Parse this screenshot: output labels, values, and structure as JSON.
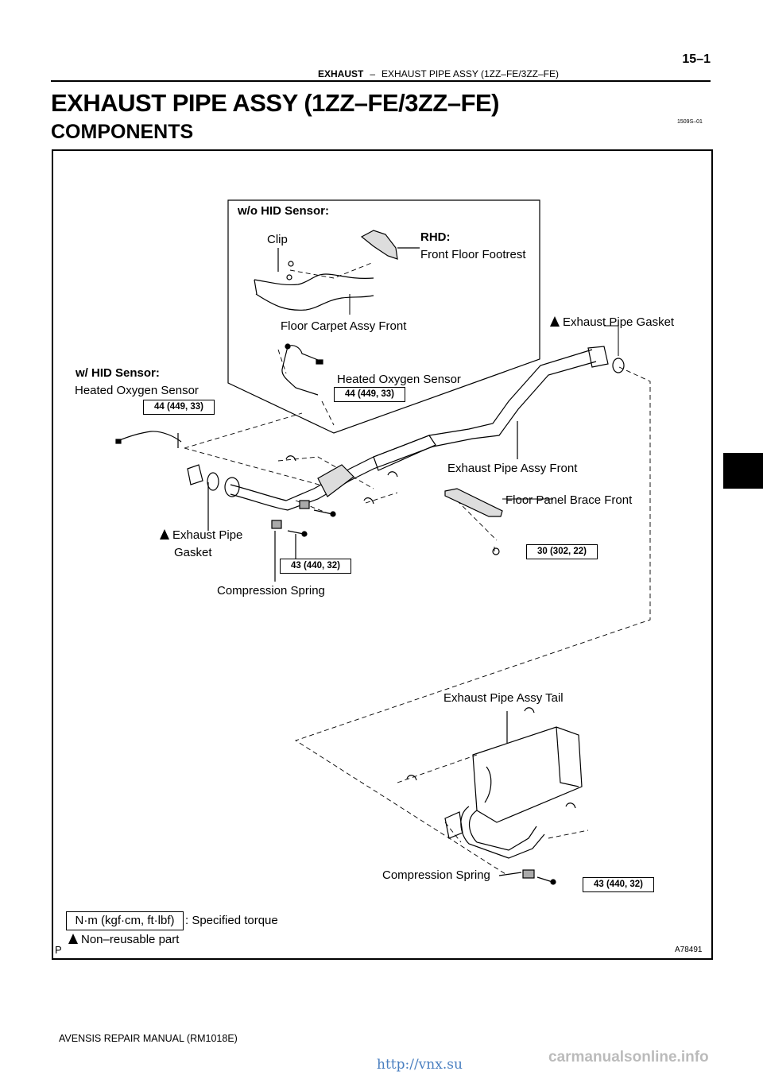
{
  "header": {
    "section": "EXHAUST",
    "separator": "–",
    "subsection": "EXHAUST PIPE ASSY (1ZZ–FE/3ZZ–FE)",
    "page_number": "15–1"
  },
  "title": "EXHAUST PIPE ASSY (1ZZ–FE/3ZZ–FE)",
  "subtitle": "COMPONENTS",
  "ref_code": "1509S–01",
  "figure_code": "A78491",
  "figure_p_mark": "P",
  "inset": {
    "heading": "w/o HID Sensor:",
    "labels": {
      "clip": "Clip",
      "rhd": "RHD:",
      "footrest": "Front Floor Footrest",
      "carpet": "Floor Carpet Assy Front"
    }
  },
  "labels": {
    "gasket_rear": "Exhaust Pipe Gasket",
    "hid_heading": "w/ HID Sensor:",
    "hid_sensor": "Heated Oxygen Sensor",
    "o2_sensor": "Heated Oxygen Sensor",
    "pipe_front": "Exhaust Pipe Assy Front",
    "brace": "Floor Panel Brace Front",
    "gasket_front_1": "Exhaust Pipe",
    "gasket_front_2": "Gasket",
    "spring_front": "Compression Spring",
    "pipe_tail": "Exhaust Pipe Assy Tail",
    "spring_tail": "Compression Spring"
  },
  "torques": {
    "hid_sensor": "44 (449, 33)",
    "o2_sensor": "44 (449, 33)",
    "brace": "30 (302, 22)",
    "front_bolt": "43 (440, 32)",
    "tail_bolt": "43 (440, 32)"
  },
  "legend": {
    "torque_unit": "N·m (kgf·cm, ft·lbf)",
    "torque_text": ": Specified torque",
    "nonreusable_text": "Non–reusable part"
  },
  "footer": "AVENSIS REPAIR MANUAL   (RM1018E)",
  "watermarks": {
    "site": "carmanualsonline.info",
    "url": "http://vnx.su"
  }
}
